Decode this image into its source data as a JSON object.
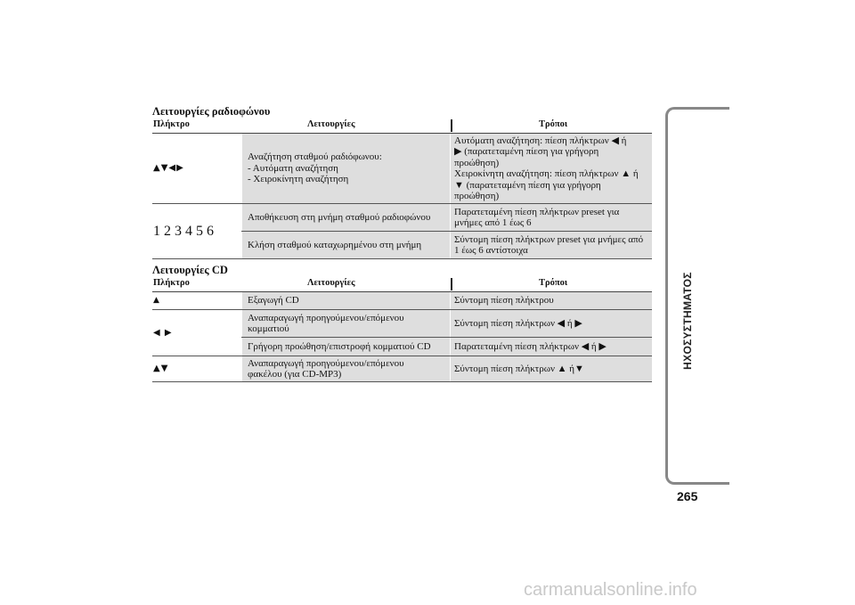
{
  "radio": {
    "title": "Λειτουργίες ραδιοφώνου",
    "headers": {
      "key": "Πλήκτρο",
      "function": "Λειτουργίες",
      "mode": "Τρόποι"
    },
    "row1": {
      "key": "▲▼◀▶",
      "function_lines": [
        "Αναζήτηση σταθμού ραδιόφωνου:",
        "- Αυτόματη αναζήτηση",
        "- Χειροκίνητη αναζήτηση"
      ],
      "mode_lines": [
        "Αυτόματη αναζήτηση: πίεση πλήκτρων ◀ ή",
        "▶ (παρατεταμένη πίεση για γρήγορη",
        "προώθηση)",
        "Χειροκίνητη αναζήτηση: πίεση πλήκτρων ▲ ή",
        "▼ (παρατεταμένη πίεση για γρήγορη",
        "προώθηση)"
      ]
    },
    "group2": {
      "key": "1 2 3 4 5 6",
      "sub1": {
        "function": "Αποθήκευση στη μνήμη σταθμού ραδιοφώνου",
        "mode_lines": [
          "Παρατεταμένη πίεση πλήκτρων preset για",
          "μνήμες από 1 έως 6"
        ]
      },
      "sub2": {
        "function": "Κλήση σταθμού καταχωρημένου στη μνήμη",
        "mode_lines": [
          "Σύντομη πίεση πλήκτρων preset για μνήμες από",
          "1 έως 6 αντίστοιχα"
        ]
      }
    }
  },
  "cd": {
    "title": "Λειτουργίες CD",
    "headers": {
      "key": "Πλήκτρο",
      "function": "Λειτουργίες",
      "mode": "Τρόποι"
    },
    "row1": {
      "key": "▲",
      "function": "Εξαγωγή CD",
      "mode": "Σύντομη πίεση πλήκτρου"
    },
    "group2": {
      "key": "◀ ▶",
      "sub1": {
        "function_lines": [
          "Αναπαραγωγή προηγούμενου/επόμενου",
          "κομματιού"
        ],
        "mode": "Σύντομη πίεση πλήκτρων ◀ ή ▶"
      },
      "sub2": {
        "function": "Γρήγορη προώθηση/επιστροφή κομματιού CD",
        "mode": "Παρατεταμένη πίεση πλήκτρων ◀ ή ▶"
      }
    },
    "row3": {
      "key": "▲▼",
      "function_lines": [
        "Αναπαραγωγή προηγούμενου/επόμενου",
        "φακέλου (για CD-MP3)"
      ],
      "mode": "Σύντομη πίεση πλήκτρων ▲ ή▼"
    }
  },
  "side_tab_label": "ΗΧΟΣΥΣΤΗΜΑΤΟΣ",
  "page_number": "265",
  "watermark": "carmanualsonline.info"
}
